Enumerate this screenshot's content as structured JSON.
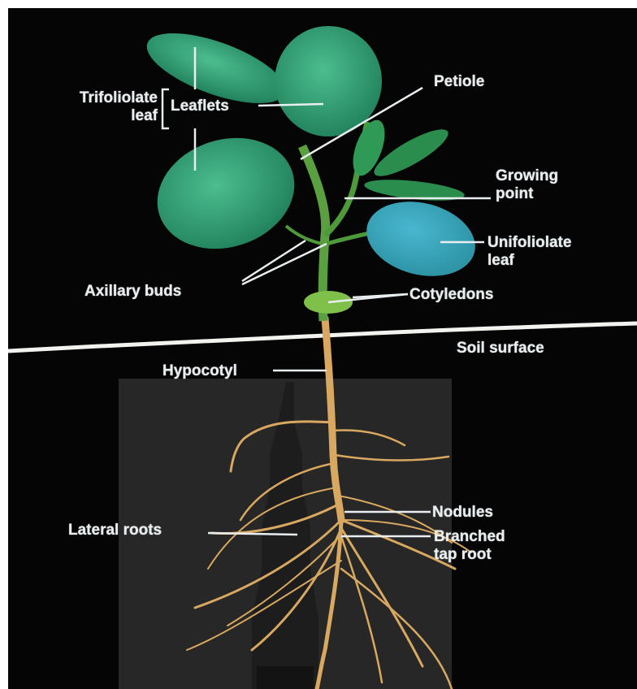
{
  "diagram": {
    "title": "",
    "labels": {
      "trifoliolate_leaf": "Trifoliolate\nleaf",
      "leaflets": "Leaflets",
      "petiole": "Petiole",
      "growing_point": "Growing\npoint",
      "unifoliolate_leaf": "Unifoliolate\nleaf",
      "axillary_buds": "Axillary  buds",
      "cotyledons": "Cotyledons",
      "soil_surface": "Soil surface",
      "hypocotyl": "Hypocotyl",
      "nodules": "Nodules",
      "lateral_roots": "Lateral roots",
      "branched_tap_root": "Branched\ntap root"
    },
    "colors": {
      "background": "#050505",
      "leaf": "#2f9f74",
      "leaf_light": "#4fbf93",
      "stem": "#5a9c3e",
      "soil_line": "#f2f2ee",
      "root": "#d8a860",
      "label": "#e8eef0",
      "watermark": "#3a3a3a"
    }
  }
}
